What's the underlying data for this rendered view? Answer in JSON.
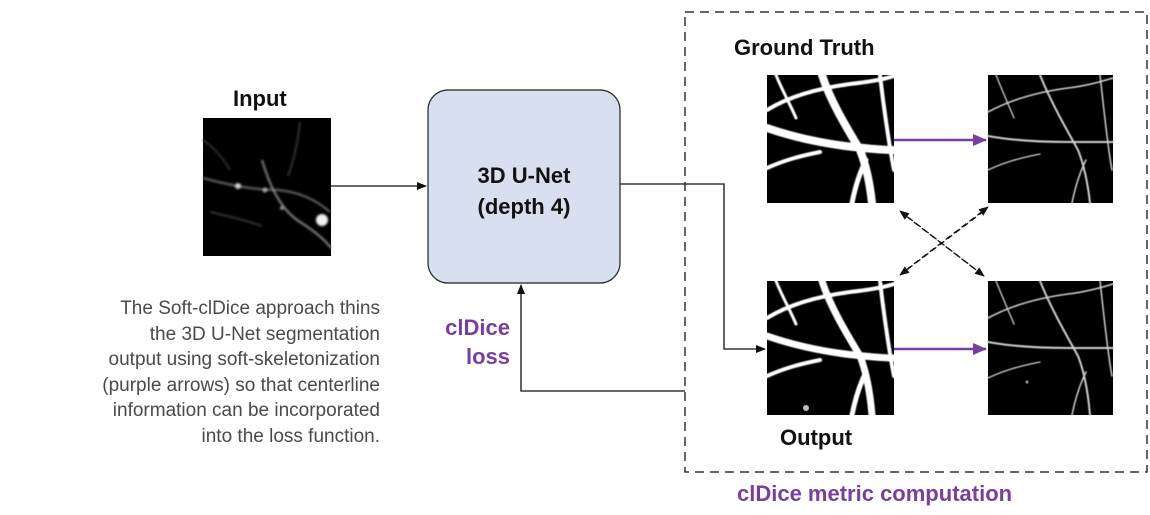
{
  "input": {
    "label": "Input"
  },
  "network": {
    "line1": "3D U-Net",
    "line2": "(depth 4)"
  },
  "loss": {
    "line1": "clDice",
    "line2": "loss"
  },
  "metric_box": {
    "ground_truth_label": "Ground Truth",
    "output_label": "Output",
    "caption": "clDice metric computation"
  },
  "description": [
    "The Soft-clDice approach thins",
    "the 3D U-Net segmentation",
    "output using soft-skeletonization",
    "(purple arrows) so that centerline",
    "information can be incorporated",
    "into the loss function."
  ],
  "colors": {
    "accent_purple": "#7a3e9d",
    "network_fill": "#d8e0f0",
    "caption_gray": "#4a4a4a"
  }
}
